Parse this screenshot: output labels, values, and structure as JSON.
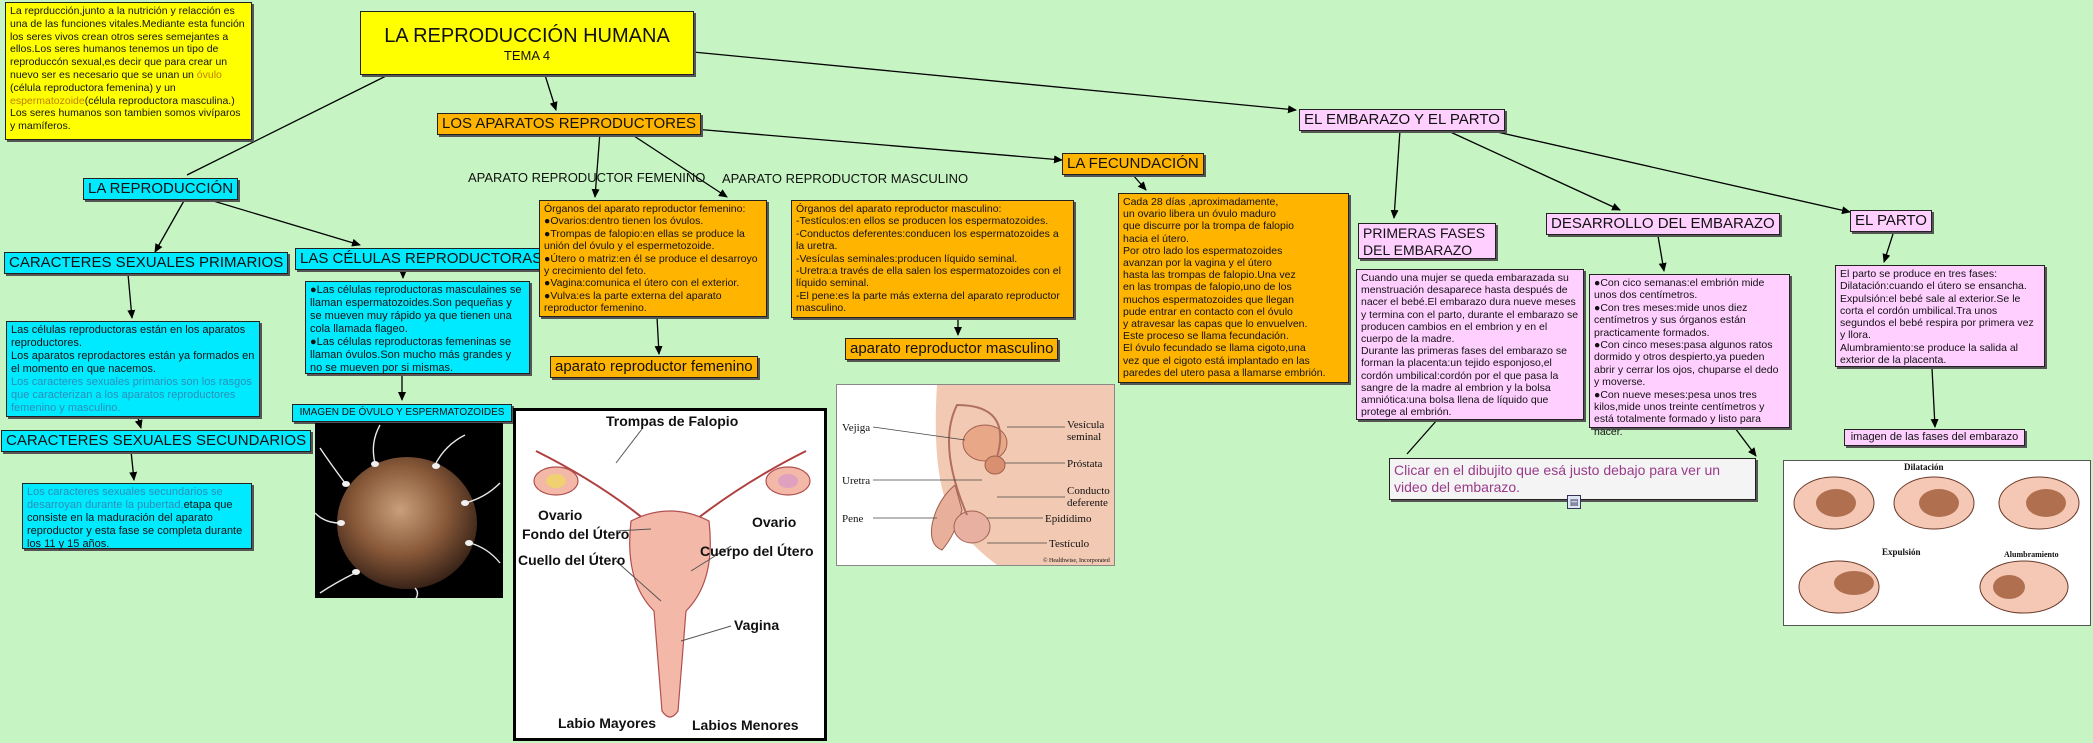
{
  "title": {
    "main": "LA REPRODUCCIÓN HUMANA",
    "sub": "TEMA 4"
  },
  "intro": {
    "part1": "La reprducción,junto a la nutrición y relacción es una de las funciones vitales.Mediante esta función los seres vivos crean  otros seres semejantes a ellos.Los seres humanos tenemos un tipo de reproduccón sexual,es decir que para crear un nuevo ser es necesario que se unan un ",
    "ovulo": "óvulo",
    "part2": " (célula reproductora femenina) y un ",
    "esperma": "espermatozoide",
    "part3": "(célula reproductora masculina.)\nLos seres humanos son tambien somos vivíparos y mamíferos."
  },
  "reproduccion": {
    "label": "LA REPRODUCCIÓN"
  },
  "primarios": {
    "label": "CARACTERES SEXUALES PRIMARIOS",
    "text_a": "Las células reproductoras están en los aparatos reproductores.\nLos aparatos reprodactores están ya formados en el momento en que nacemos.",
    "text_b": "Los caracteres sexuales primarios son los rasgos que caracterizan a los aparatos reproductores femenino y masculino."
  },
  "secundarios": {
    "label": "CARACTERES SEXUALES SECUNDARIOS",
    "text_a": "Los caracteres sexuales secundarios se desarroyan durante la pubertad,",
    "text_b": "etapa que consiste en la maduración del aparato reproductor y esta fase se completa durante los 11 y 15 años."
  },
  "celulas": {
    "label": "LAS CÉLULAS REPRODUCTORAS",
    "text": "●Las células reproductoras masculaines se llaman espermatozoides.Son pequeñas y se mueven muy rápido ya que tienen una cola llamada flageo.\n●Las células reproductoras femeninas se llaman óvulos.Son mucho más grandes y no se mueven por si mismas.",
    "image_label": "IMAGEN DE ÓVULO Y ESPERMATOZOIDES"
  },
  "aparatos": {
    "label": "LOS APARATOS REPRODUCTORES"
  },
  "femenino": {
    "heading": "APARATO REPRODUCTOR FEMENINO",
    "text": "Órganos del aparato reproductor femenino:\n●Ovarios:dentro tienen los óvulos.\n●Trompas de falopio:en ellas se produce la unión del óvulo y el espermetozoide.\n●Útero o matriz:en él se produce el desarroyo y crecimiento del feto.\n●Vagina:comunica el útero con el exterior.\n●Vulva:es la parte externa del aparato  reproductor femenino.",
    "label": "aparato reproductor femenino",
    "diagram": {
      "trompas": "Trompas de Falopio",
      "ovario_l": "Ovario",
      "ovario_r": "Ovario",
      "fondo": "Fondo del Útero",
      "cuello": "Cuello del Útero",
      "cuerpo": "Cuerpo del Útero",
      "vagina": "Vagina",
      "labio_may": "Labio Mayores",
      "labio_men": "Labios Menores"
    }
  },
  "masculino": {
    "heading": "APARATO REPRODUCTOR MASCULINO",
    "text": "Órganos del aparato reproductor masculino:\n-Testículos:en ellos se producen los espermatozoides.\n-Conductos deferentes:conducen los espermatozoides a la uretra.\n-Vesículas seminales:producen líquido seminal.\n-Uretra:a través de ella salen los espermatozoides con el líquido seminal.\n-El pene:es la parte más externa del aparato reproductor masculino.",
    "label": "aparato reproductor masculino",
    "diagram": {
      "vejiga": "Vejiga",
      "uretra": "Uretra",
      "pene": "Pene",
      "vesicula1": "Vesícula",
      "vesicula2": "seminal",
      "prostata": "Próstata",
      "conducto1": "Conducto",
      "conducto2": "deferente",
      "epididimo": "Epidídimo",
      "testiculo": "Testículo",
      "credit": "© Healthwise, Incorporated"
    }
  },
  "fecundacion": {
    "label": "LA FECUNDACIÓN",
    "text": "Cada 28 días ,aproximadamente,\nun ovario libera un óvulo maduro\nque discurre por la trompa de falopio\nhacia el útero.\nPor otro lado los espermatozoides\navanzan  por la vagina y el útero\nhasta las trompas de falopio.Una vez\nen las trompas de falopio,uno de los\nmuchos espermatozoides que llegan\npude entrar en contacto con el óvulo\ny atravesar las capas que lo envuelven.\nEste proceso se llama fecundación.\nEl óvulo fecundado se llama cigoto,una\nvez que el cigoto está implantado en las\n paredes del utero pasa a llamarse embrión."
  },
  "embarazo": {
    "label": "EL EMBARAZO Y EL PARTO"
  },
  "primeras": {
    "label": "PRIMERAS FASES\nDEL EMBARAZO",
    "text": "Cuando una mujer se queda embarazada su menstruación desaparece hasta después de nacer el bebé.El embarazo dura nueve meses  y termina con el parto, durante el embarazo se producen cambios en el embrion y en el cuerpo de la madre.\nDurante las primeras fases del embarazo se forman la placenta:un tejido esponjoso,el cordón umbilical:cordón por el que pasa la sangre de la madre al embrion y la bolsa amniótica:una bolsa llena de líquido que protege al embrión."
  },
  "desarrollo": {
    "label": "DESARROLLO DEL EMBARAZO",
    "text": "●Con cico semanas:el embrión mide unos dos centímetros.\n●Con tres meses:mide unos diez centímetros y sus órganos están  practicamente formados.\n●Con cinco meses:pasa algunos ratos dormido y otros despierto,ya pueden abrir y cerrar los ojos, chuparse el dedo y moverse.\n●Con nueve meses:pesa unos tres kilos,mide unos treinte centímetros y está totalmente formado y listo para nacer."
  },
  "video": {
    "text": "Clicar en el dibujito que esá justo debajo para ver un video del embarazo."
  },
  "parto": {
    "label": "EL PARTO",
    "text": "El parto se produce en tres fases:\nDilatación:cuando el útero se ensancha.\nExpulsión:el bebé sale al exterior.Se le corta el cordón umbilical.Tra unos segundos el bebé respira por primera vez y llora.\nAlumbramiento:se produce la salida al exterior de la placenta.",
    "image_label": "imagen de las fases del embarazo",
    "dilatacion": "Dilatación",
    "expulsion": "Expulsión",
    "alumbramiento": "Alumbramiento"
  },
  "colors": {
    "background": "#c6f5c3",
    "yellow": "#ffff00",
    "cyan": "#00eaff",
    "orange": "#ffb400",
    "pink": "#ffd0ff"
  }
}
